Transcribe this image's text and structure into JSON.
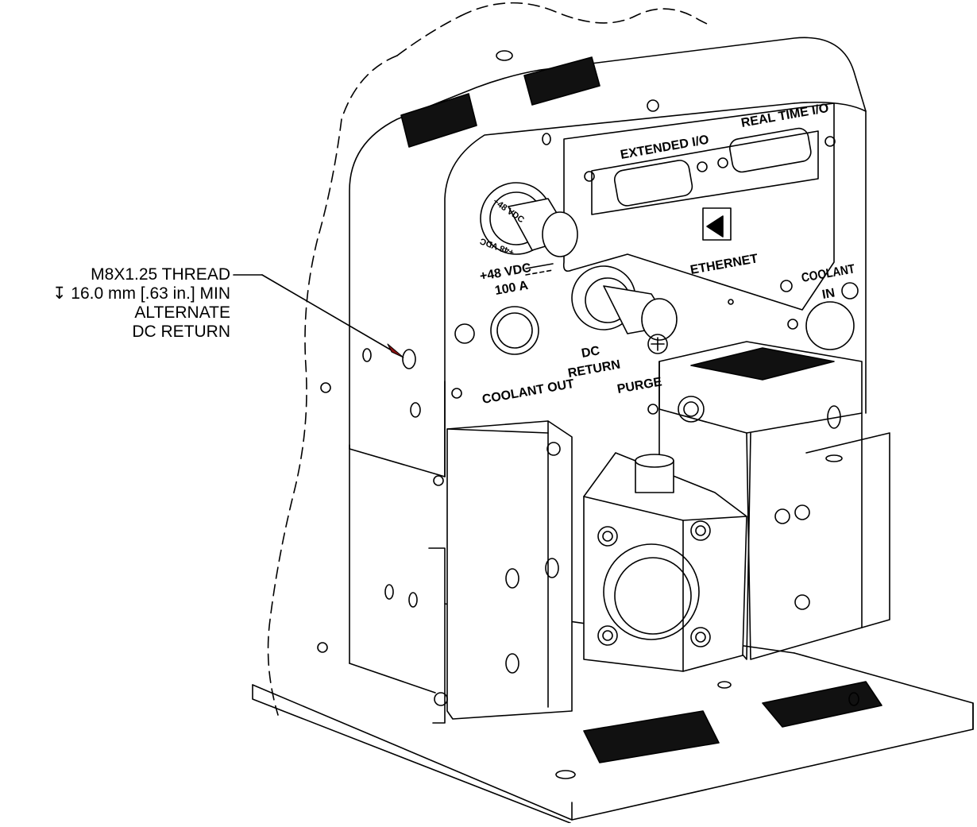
{
  "callout": {
    "line1": "M8X1.25 THREAD",
    "line2": "↧ 16.0 mm [.63 in.] MIN",
    "line3": "ALTERNATE",
    "line4": "DC RETURN"
  },
  "labels": {
    "extended_io": "EXTENDED I/O",
    "real_time_io": "REAL TIME I/O",
    "ethernet": "ETHERNET",
    "vdc": "+48 VDC",
    "amps": "100 A",
    "dc": "DC",
    "return": "RETURN",
    "coolant_out": "COOLANT OUT",
    "purge": "PURGE",
    "coolant": "COOLANT",
    "in": "IN",
    "ring_vdc_top": "+48 VDC",
    "ring_vdc_bottom": "+48 VDC"
  }
}
